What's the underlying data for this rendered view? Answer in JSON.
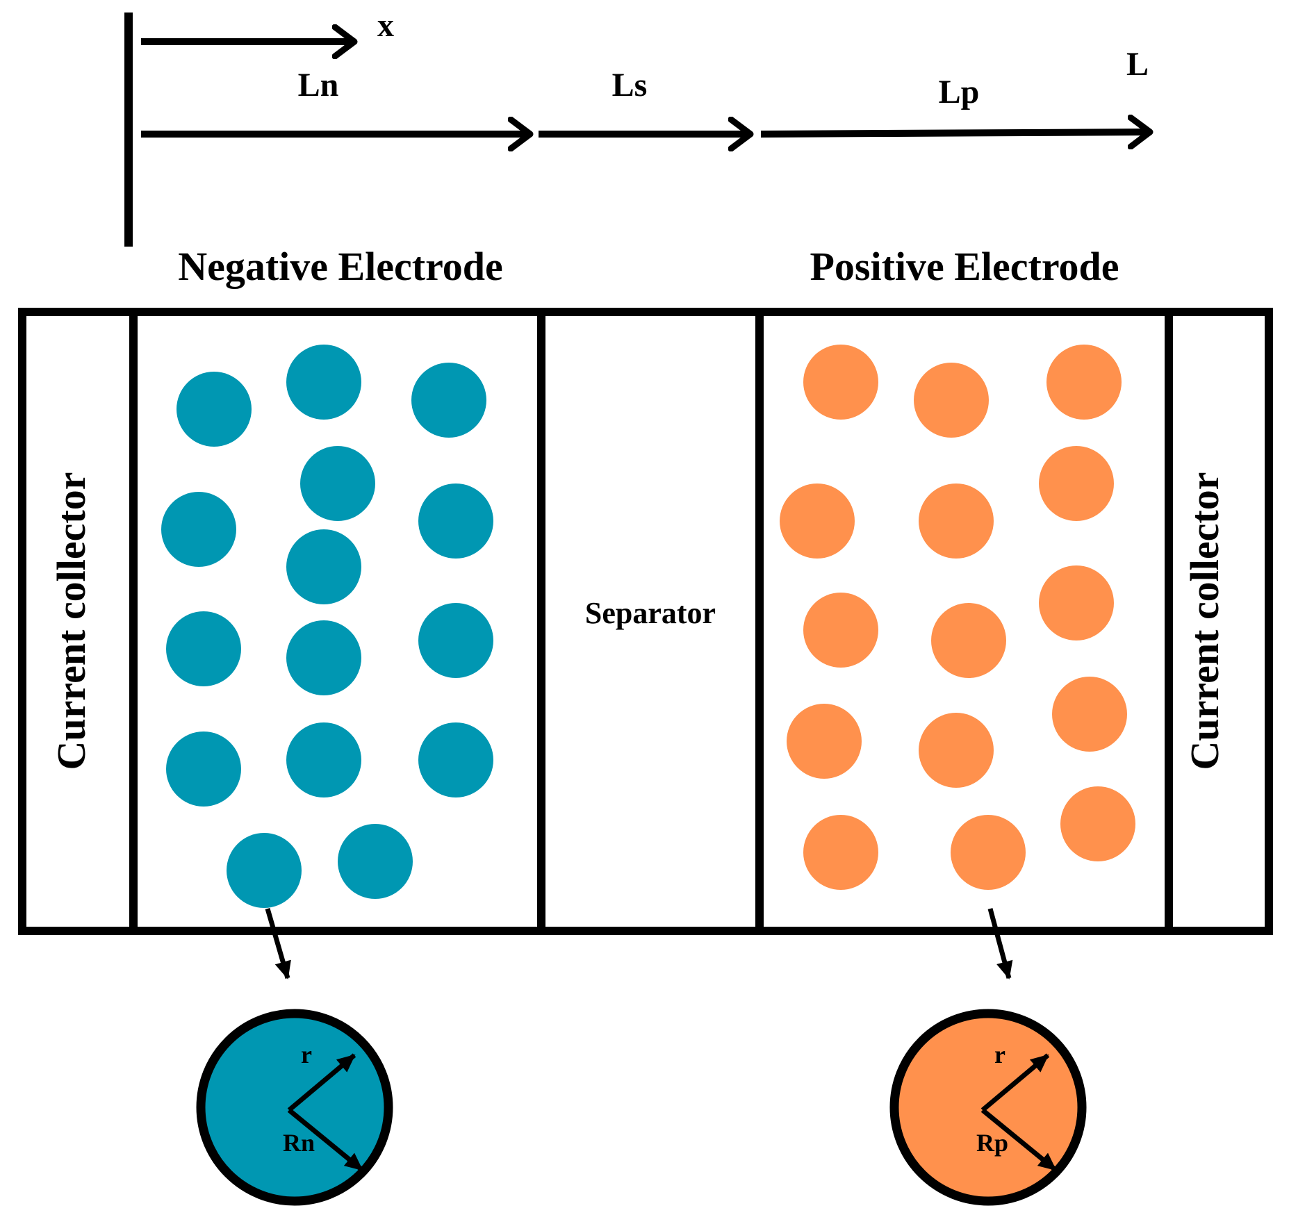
{
  "axis": {
    "x_label": "x",
    "segment_labels": {
      "ln": "Ln",
      "ls": "Ls",
      "lp": "Lp",
      "end": "L"
    }
  },
  "headings": {
    "negative": "Negative Electrode",
    "positive": "Positive Electrode"
  },
  "regions": {
    "left_collector": "Current collector",
    "separator": "Separator",
    "right_collector": "Current collector"
  },
  "particles": {
    "negative_color": "#0097b2",
    "positive_color": "#ff914d"
  },
  "zoom": {
    "negative": {
      "r_label": "r",
      "radius_label": "Rn"
    },
    "positive": {
      "r_label": "r",
      "radius_label": "Rp"
    }
  }
}
